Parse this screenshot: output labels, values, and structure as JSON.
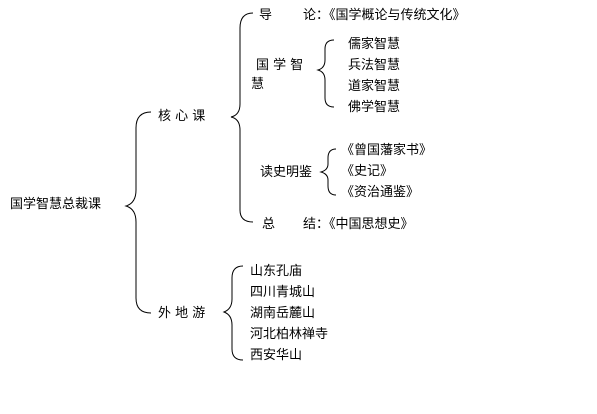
{
  "root": "国学智慧总裁课",
  "core": {
    "label": "核 心 课",
    "intro": {
      "label": "导",
      "text": "论：《国学概论与传统文化》"
    },
    "wisdom": {
      "label_line1": "国 学 智",
      "label_line2": "慧",
      "items": [
        "儒家智慧",
        "兵法智慧",
        "道家智慧",
        "佛学智慧"
      ]
    },
    "history": {
      "label": "读史明鉴",
      "items": [
        "《曾国藩家书》",
        "《史记》",
        "《资治通鉴》"
      ]
    },
    "summary": {
      "label": "总",
      "text": "结：《中国思想史》"
    }
  },
  "field": {
    "label": "外 地 游",
    "items": [
      "山东孔庙",
      "四川青城山",
      "湖南岳麓山",
      "河北柏林禅寺",
      "西安华山"
    ]
  }
}
